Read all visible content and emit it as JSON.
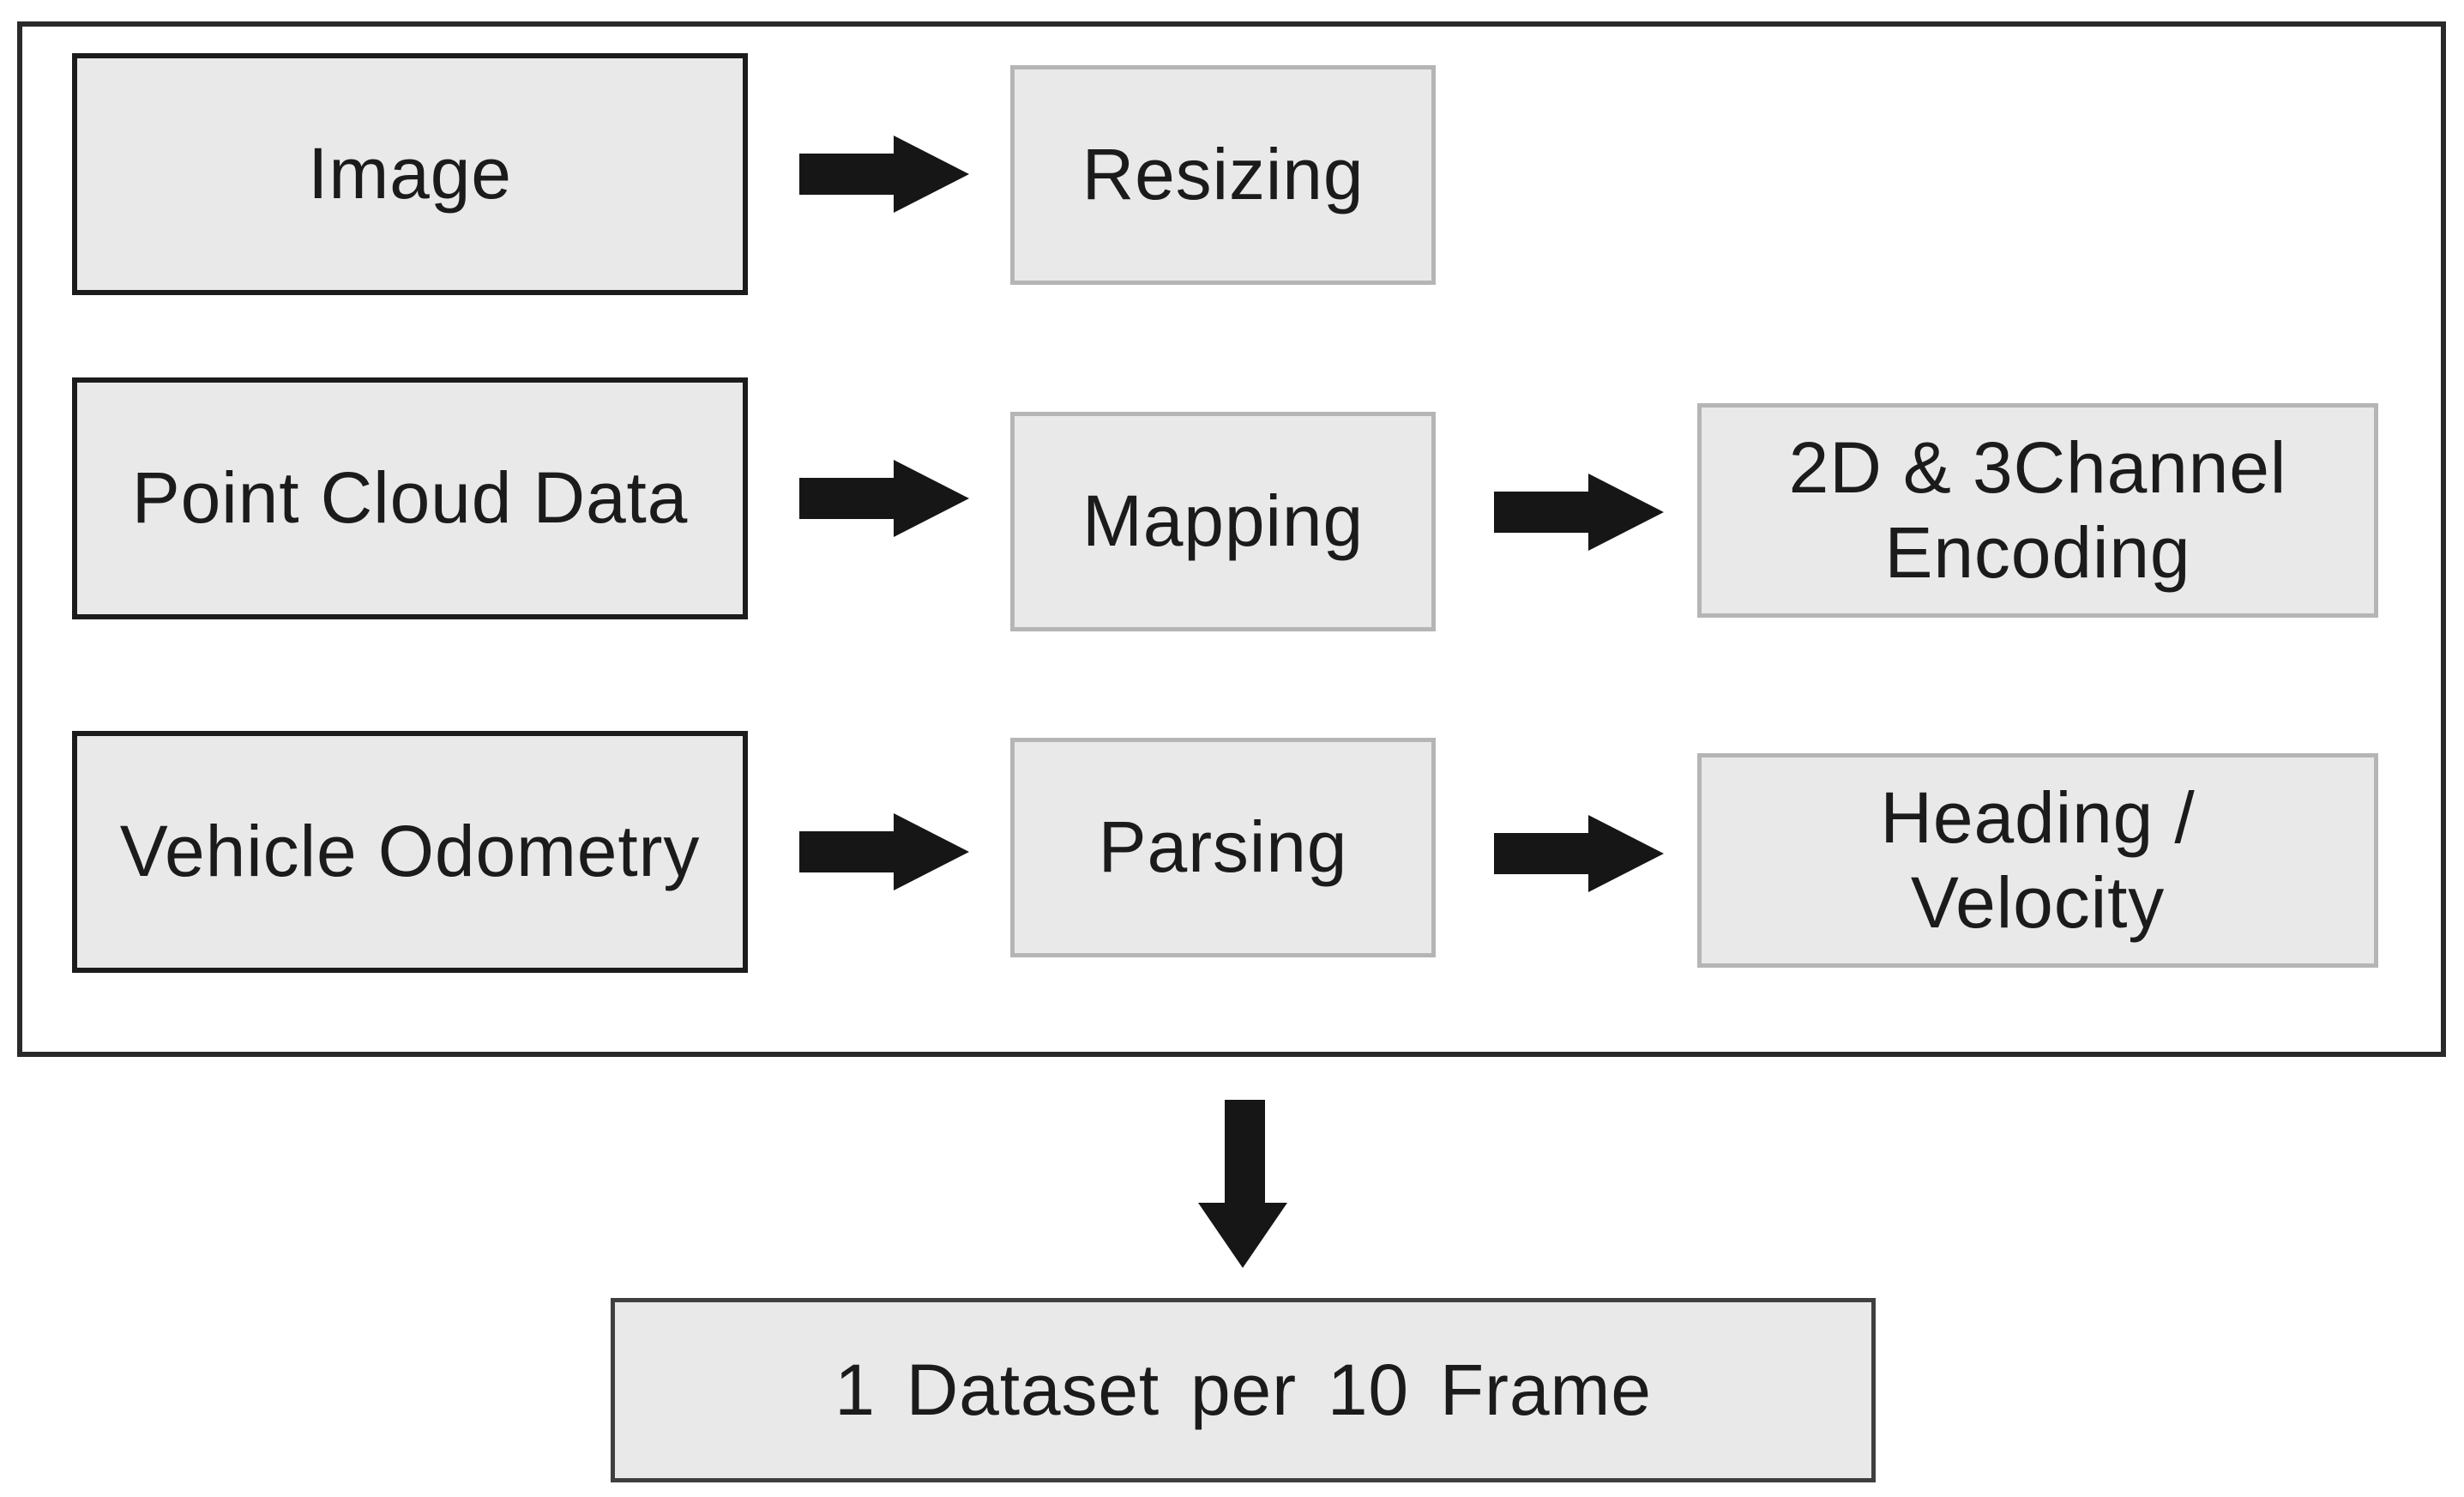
{
  "boxes": {
    "image": {
      "label": "Image"
    },
    "resizing": {
      "label": "Resizing"
    },
    "point_cloud": {
      "label": "Point Cloud Data"
    },
    "mapping": {
      "label": "Mapping"
    },
    "encoding": {
      "label": "2D & 3Channel\nEncoding"
    },
    "odometry": {
      "label": "Vehicle Odometry"
    },
    "parsing": {
      "label": "Parsing"
    },
    "heading_velocity": {
      "label": "Heading /\nVelocity"
    },
    "result": {
      "label": "1 Dataset per 10 Frame"
    }
  },
  "colors": {
    "box_fill": "#e9e9e9",
    "input_box_border": "#1c1c1c",
    "process_box_border": "#b5b5b5",
    "result_box_border": "#3f3f3f",
    "frame_border": "#2a2a2a",
    "arrow": "#161616",
    "text": "#1b1b1b",
    "background": "#ffffff"
  }
}
